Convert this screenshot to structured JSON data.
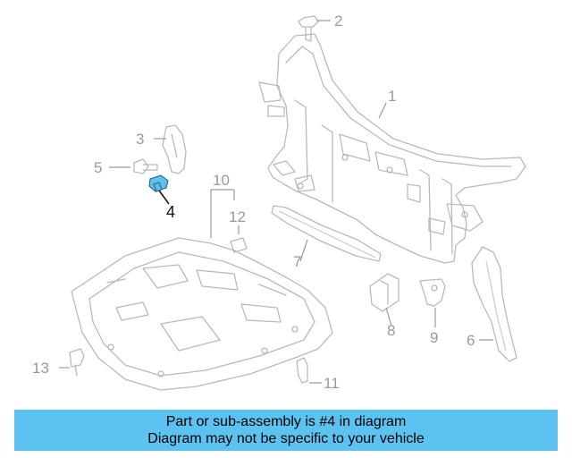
{
  "callouts": {
    "c1": "1",
    "c2": "2",
    "c3": "3",
    "c4": "4",
    "c5": "5",
    "c6": "6",
    "c7": "7",
    "c8": "8",
    "c9": "9",
    "c10": "10",
    "c11": "11",
    "c12": "12",
    "c13": "13"
  },
  "highlighted_part": "4",
  "colors": {
    "highlight": "#5dc1ec",
    "banner": "#5cc3f0",
    "line_art": "#b9b9b9"
  },
  "banner": {
    "line1": "Part or sub-assembly is #4 in diagram",
    "line2": "Diagram may not be specific to your vehicle"
  }
}
